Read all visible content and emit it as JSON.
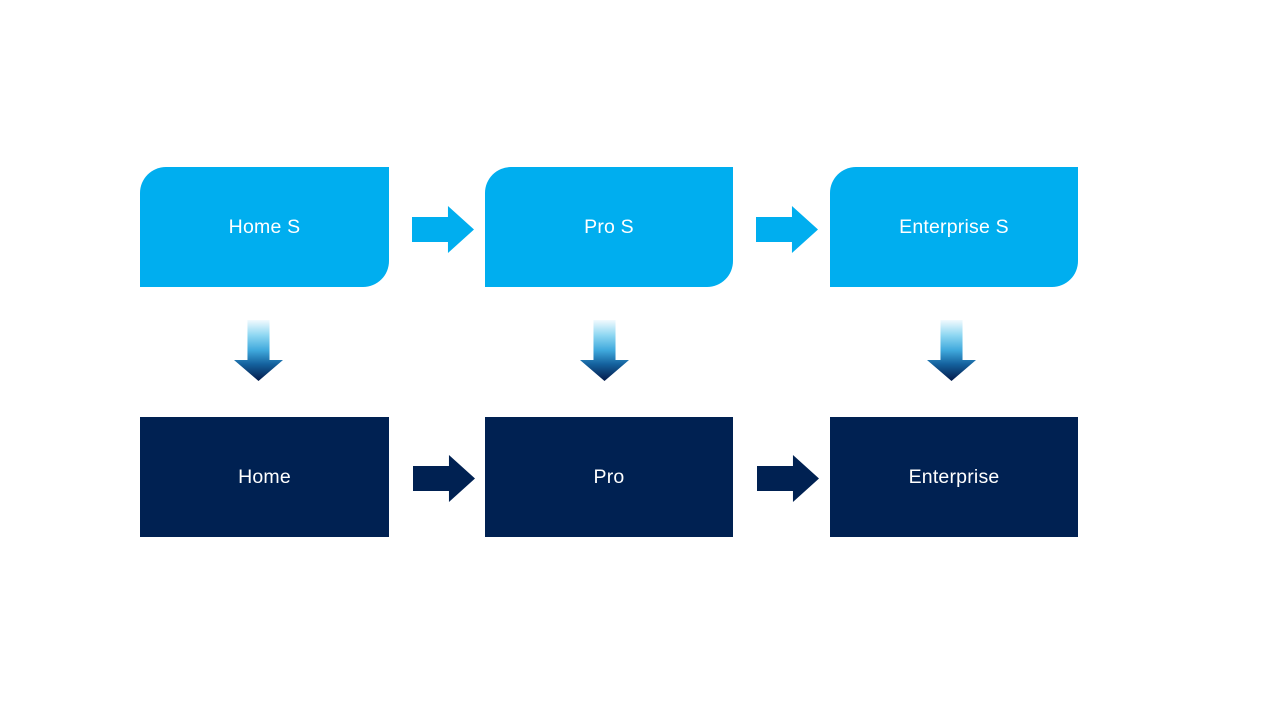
{
  "diagram": {
    "type": "process-upgrade-flow",
    "columns": [
      {
        "top_label": "Home S",
        "bottom_label": "Home"
      },
      {
        "top_label": "Pro S",
        "bottom_label": "Pro"
      },
      {
        "top_label": "Enterprise S",
        "bottom_label": "Enterprise"
      }
    ],
    "colors": {
      "top_box_fill": "#00AEEF",
      "bottom_box_fill": "#002152",
      "label_text": "#FFFFFF",
      "light_arrow_fill": "#00AEEF",
      "light_arrow_glow": "#4DC8F7",
      "dark_arrow_fill": "#002152",
      "dark_arrow_glow": "#718CB2",
      "down_arrow_gradient": [
        "#F2FAFE",
        "#8ED7F2",
        "#3FA8DC",
        "#15639F",
        "#03194A"
      ],
      "background": "#FFFFFF"
    }
  }
}
